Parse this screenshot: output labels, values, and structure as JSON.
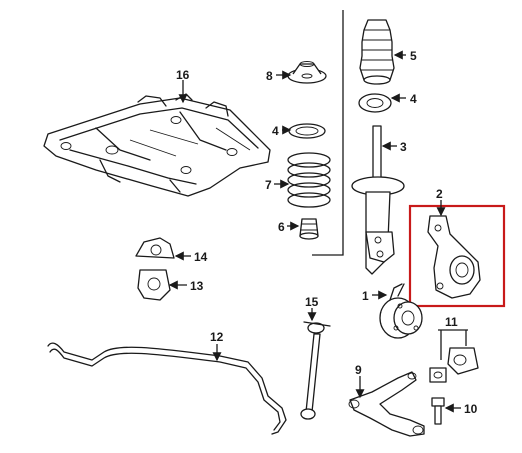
{
  "diagram": {
    "callouts": [
      {
        "id": "c1",
        "text": "1"
      },
      {
        "id": "c2",
        "text": "2"
      },
      {
        "id": "c3",
        "text": "3"
      },
      {
        "id": "c4a",
        "text": "4"
      },
      {
        "id": "c4b",
        "text": "4"
      },
      {
        "id": "c5",
        "text": "5"
      },
      {
        "id": "c6",
        "text": "6"
      },
      {
        "id": "c7",
        "text": "7"
      },
      {
        "id": "c8",
        "text": "8"
      },
      {
        "id": "c9",
        "text": "9"
      },
      {
        "id": "c10",
        "text": "10"
      },
      {
        "id": "c11",
        "text": "11"
      },
      {
        "id": "c12",
        "text": "12"
      },
      {
        "id": "c13",
        "text": "13"
      },
      {
        "id": "c14",
        "text": "14"
      },
      {
        "id": "c15",
        "text": "15"
      },
      {
        "id": "c16",
        "text": "16"
      }
    ],
    "highlight_color": "#c81a1a",
    "highlighted_part": "2"
  }
}
